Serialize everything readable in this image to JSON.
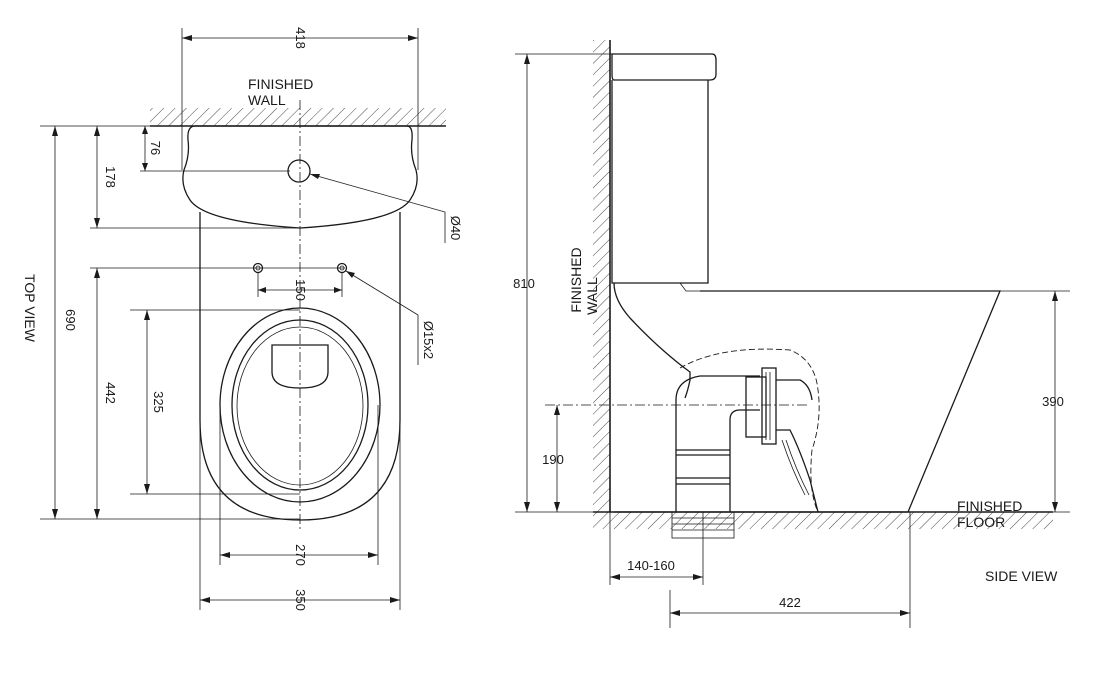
{
  "top_view": {
    "view_label": "TOP VIEW",
    "wall_label_line1": "FINISHED",
    "wall_label_line2": "WALL",
    "dims": {
      "overall_width": "418",
      "overall_length": "690",
      "wall_to_tank_front": "76",
      "wall_to_inlet": "178",
      "fixing_to_front": "442",
      "bowl_opening_length": "325",
      "fixing_spacing": "150",
      "bowl_width": "270",
      "body_width": "350",
      "inlet_diameter": "Ø40",
      "fixing_holes": "Ø15x2"
    }
  },
  "side_view": {
    "view_label": "SIDE VIEW",
    "wall_label_line1": "FINISHED",
    "wall_label_line2": "WALL",
    "floor_label_line1": "FINISHED",
    "floor_label_line2": "FLOOR",
    "dims": {
      "overall_height": "810",
      "seat_height": "390",
      "outlet_height": "190",
      "outlet_setback": "140-160",
      "footprint_depth": "422"
    }
  }
}
